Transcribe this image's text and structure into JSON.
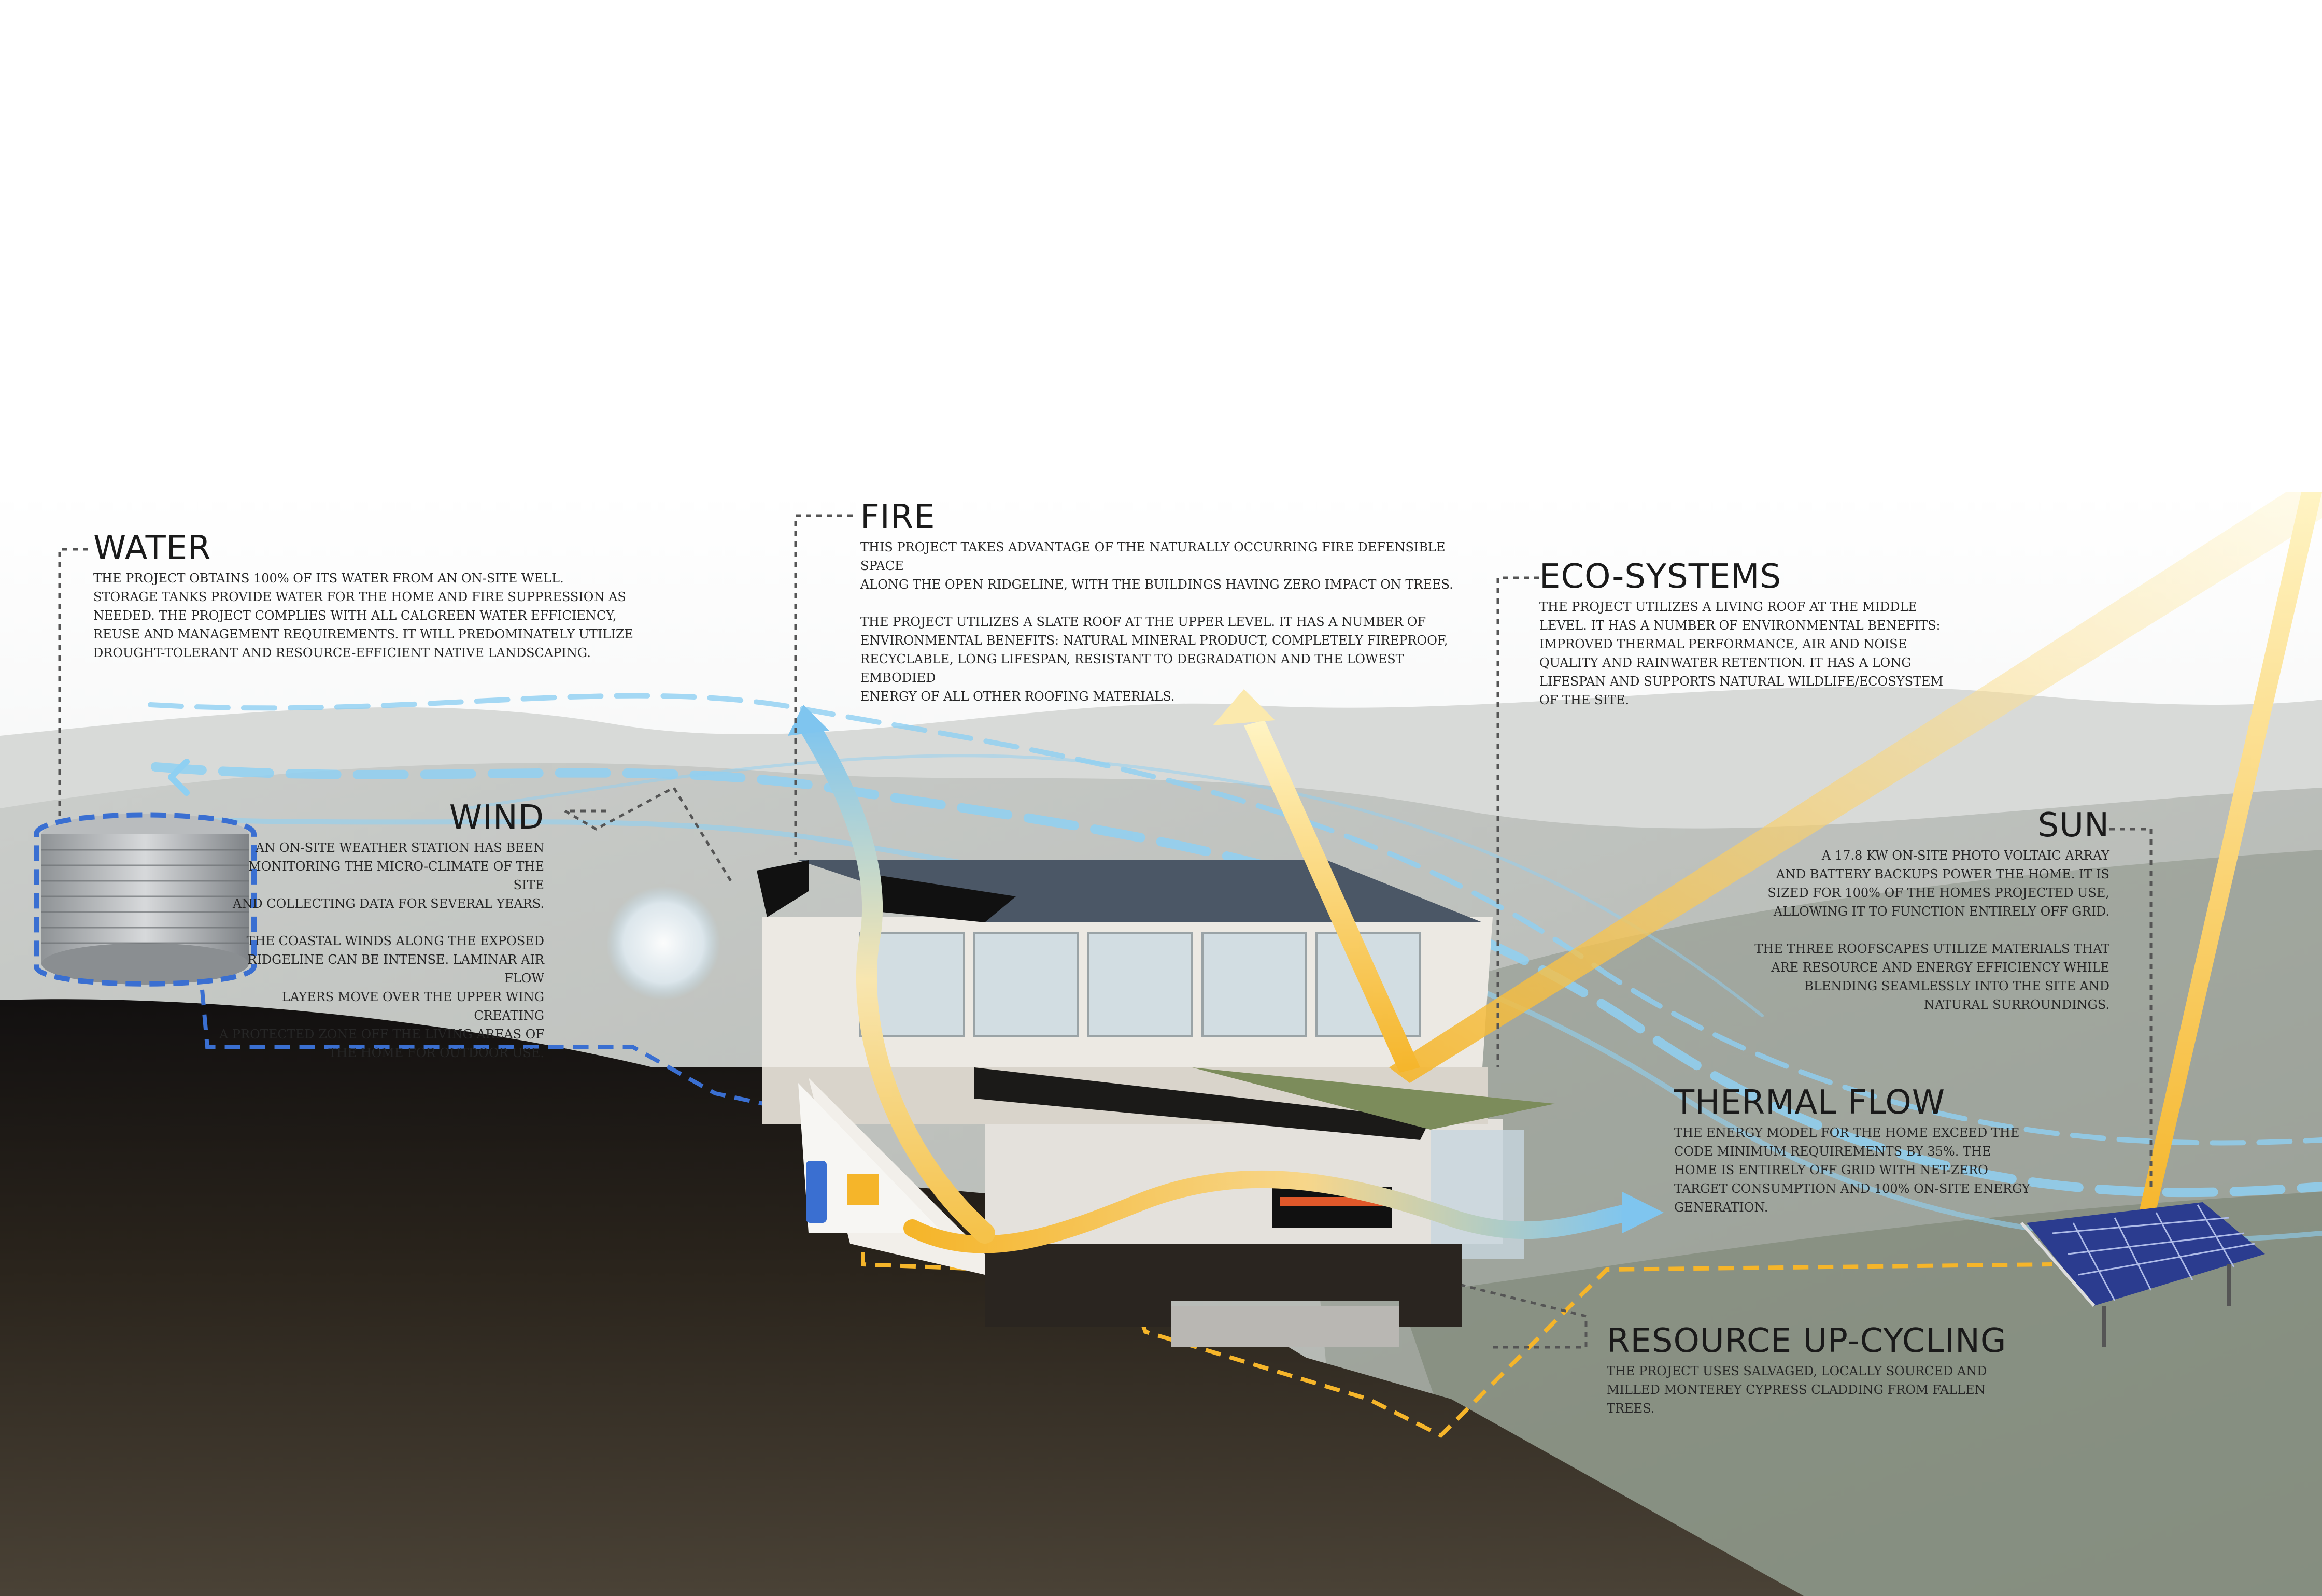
{
  "water": {
    "title": "WATER",
    "body": "THE PROJECT OBTAINS 100% OF ITS WATER FROM AN ON-SITE WELL.\nSTORAGE TANKS PROVIDE WATER FOR THE HOME AND FIRE SUPPRESSION AS\nNEEDED.  THE PROJECT COMPLIES WITH ALL CALGREEN WATER EFFICIENCY,\nREUSE AND MANAGEMENT REQUIREMENTS. IT WILL PREDOMINATELY UTILIZE\nDROUGHT-TOLERANT AND RESOURCE-EFFICIENT NATIVE LANDSCAPING."
  },
  "fire": {
    "title": "FIRE",
    "body1": "THIS PROJECT TAKES ADVANTAGE OF THE NATURALLY OCCURRING FIRE DEFENSIBLE SPACE\nALONG THE OPEN RIDGELINE, WITH THE BUILDINGS HAVING ZERO IMPACT ON TREES.",
    "body2": "THE PROJECT UTILIZES A SLATE ROOF AT THE UPPER LEVEL. IT HAS A NUMBER OF\nENVIRONMENTAL BENEFITS: NATURAL MINERAL PRODUCT, COMPLETELY FIREPROOF,\nRECYCLABLE, LONG LIFESPAN,  RESISTANT TO  DEGRADATION AND THE LOWEST EMBODIED\nENERGY OF ALL OTHER ROOFING MATERIALS."
  },
  "ecosystems": {
    "title": "ECO-SYSTEMS",
    "body": "THE PROJECT UTILIZES A LIVING ROOF AT THE MIDDLE\nLEVEL. IT HAS A NUMBER OF ENVIRONMENTAL BENEFITS:\nIMPROVED THERMAL PERFORMANCE, AIR AND NOISE\nQUALITY AND RAINWATER RETENTION.  IT HAS A LONG\nLIFESPAN AND  SUPPORTS NATURAL WILDLIFE/ECOSYSTEM\nOF THE SITE."
  },
  "wind": {
    "title": "WIND",
    "body1": "AN ON-SITE WEATHER STATION HAS BEEN\nMONITORING THE MICRO-CLIMATE OF THE SITE\nAND COLLECTING DATA FOR SEVERAL YEARS.",
    "body2": "THE COASTAL WINDS ALONG THE EXPOSED\nRIDGELINE CAN BE INTENSE.  LAMINAR AIR FLOW\nLAYERS MOVE OVER THE UPPER WING CREATING\nA PROTECTED ZONE OFF THE LIVING AREAS OF\nTHE HOME FOR OUTDOOR USE."
  },
  "sun": {
    "title": "SUN",
    "body1": "A  17.8 KW  ON-SITE PHOTO VOLTAIC ARRAY\nAND BATTERY BACKUPS POWER THE HOME. IT IS\nSIZED FOR 100% OF THE HOMES PROJECTED USE,\nALLOWING IT TO FUNCTION ENTIRELY OFF GRID.",
    "body2": "THE THREE ROOFSCAPES UTILIZE MATERIALS THAT\nARE RESOURCE AND ENERGY EFFICIENCY WHILE\nBLENDING SEAMLESSLY INTO THE SITE AND\nNATURAL SURROUNDINGS."
  },
  "thermal": {
    "title": "THERMAL FLOW",
    "body": "THE ENERGY MODEL FOR THE HOME EXCEED THE\nCODE MINIMUM REQUIREMENTS BY 35%. THE\nHOME IS ENTIRELY OFF GRID WITH  NET-ZERO\nTARGET CONSUMPTION AND 100% ON-SITE ENERGY\nGENERATION."
  },
  "upcycling": {
    "title": "RESOURCE UP-CYCLING",
    "body": "THE PROJECT USES SALVAGED, LOCALLY SOURCED AND\nMILLED MONTEREY CYPRESS CLADDING FROM FALLEN\nTREES."
  },
  "colors": {
    "wind_blue": "#8fd0f2",
    "water_blue": "#3a6fd1",
    "energy_yellow": "#f5b52a",
    "ground_dark": "#1c1815"
  }
}
